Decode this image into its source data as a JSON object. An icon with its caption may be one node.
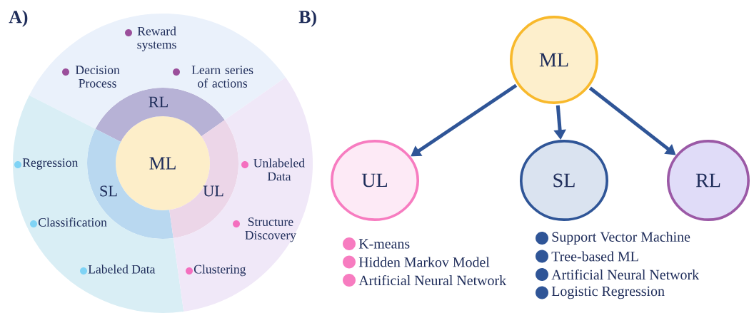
{
  "diagram": {
    "nodes": [
      {
        "text": [
          "ML"
        ]
      },
      {
        "text": [
          "RL"
        ]
      },
      {
        "text": [
          "SL"
        ]
      },
      {
        "text": [
          "UL"
        ]
      },
      {
        "text": [
          "Reward systems",
          "Decision Process",
          "Learn series of actions"
        ]
      },
      {
        "text": [
          "Regression",
          "Classification",
          "Labeled Data"
        ]
      },
      {
        "text": [
          "Unlabeled Data",
          "Structure Discovery",
          "Clustering"
        ]
      },
      {
        "text": [
          "ML"
        ]
      },
      {
        "text": [
          "UL"
        ],
        "beside": [
          "K-means",
          "Hidden Markov Model",
          "Artificial Neural Network"
        ]
      },
      {
        "text": [
          "SL"
        ],
        "beside": [
          "Support Vector Machine",
          "Tree-based ML",
          "Artificial Neural Network",
          "Logistic Regression"
        ]
      },
      {
        "text": [
          "RL"
        ]
      }
    ],
    "edges": [
      {
        "from": 7,
        "to": 8,
        "arrow": "to"
      },
      {
        "from": 7,
        "to": 9,
        "arrow": "to"
      },
      {
        "from": 7,
        "to": 10,
        "arrow": "to"
      }
    ],
    "labels": [
      "A)",
      "B)"
    ]
  }
}
